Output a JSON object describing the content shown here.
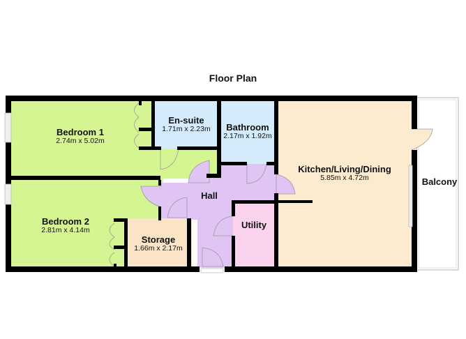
{
  "title": "Floor Plan",
  "colors": {
    "wall": "#000000",
    "bedroom": "#d5f592",
    "wet_room": "#d3ebfa",
    "kitchen": "#fdebd0",
    "storage": "#fbe3c6",
    "hall": "#dfc4f4",
    "utility": "#fbd3ef",
    "balcony": "#ffffff",
    "window": "#e6e6e6"
  },
  "rooms": [
    {
      "id": "bedroom-1",
      "name": "Bedroom 1",
      "dimensions": "2.74m x 5.02m"
    },
    {
      "id": "en-suite",
      "name": "En-suite",
      "dimensions": "1.71m x 2.23m"
    },
    {
      "id": "bathroom",
      "name": "Bathroom",
      "dimensions": "2.17m x 1.92m"
    },
    {
      "id": "kitchen-living-dining",
      "name": "Kitchen/Living/Dining",
      "dimensions": "5.85m x 4.72m"
    },
    {
      "id": "balcony",
      "name": "Balcony",
      "dimensions": ""
    },
    {
      "id": "hall",
      "name": "Hall",
      "dimensions": ""
    },
    {
      "id": "bedroom-2",
      "name": "Bedroom 2",
      "dimensions": "2.81m x 4.14m"
    },
    {
      "id": "utility",
      "name": "Utility",
      "dimensions": ""
    },
    {
      "id": "storage",
      "name": "Storage",
      "dimensions": "1.66m x 2.17m"
    }
  ]
}
